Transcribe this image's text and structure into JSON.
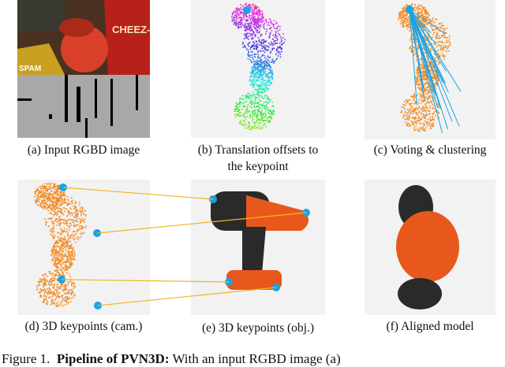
{
  "panels": [
    {
      "id": "a",
      "caption": "(a) Input RGBD image"
    },
    {
      "id": "b",
      "caption_line1": "(b) Translation offsets to",
      "caption_line2": "the keypoint"
    },
    {
      "id": "c",
      "caption": "(c) Voting & clustering"
    },
    {
      "id": "d",
      "caption": "(d) 3D keypoints (cam.)"
    },
    {
      "id": "e",
      "caption": "(e) 3D keypoints (obj.)"
    },
    {
      "id": "f",
      "caption": "(f) Aligned model"
    }
  ],
  "rgb_image_labels": {
    "box": "CHEEZ-IT",
    "can": "SPAM"
  },
  "colors": {
    "point_cloud": "#f58a1f",
    "keypoint": "#1aa3e6",
    "match_line": "#f5b31f",
    "drill_body": "#e8581c",
    "drill_dark": "#2a2a2a"
  },
  "figure_caption": {
    "prefix": "Figure 1.",
    "bold": "Pipeline of PVN3D:",
    "text": "With an input RGBD image (a)"
  }
}
